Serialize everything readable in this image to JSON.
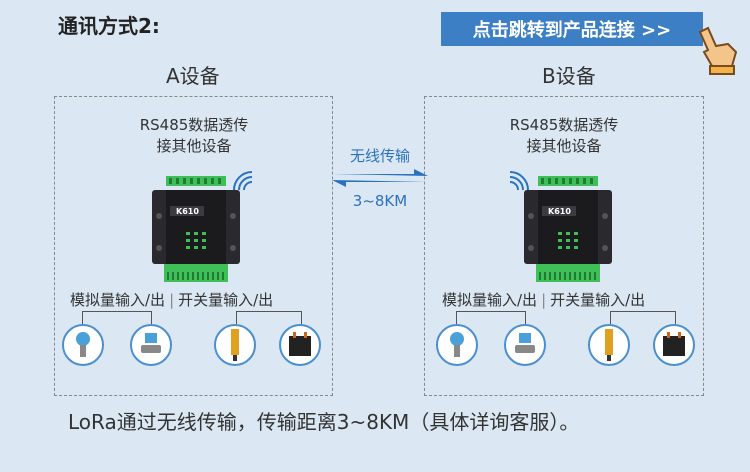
{
  "header": {
    "title": "通讯方式2:",
    "link_label": "点击跳转到产品连接 >>",
    "hand_icon": "pointing-hand-icon"
  },
  "devices": [
    {
      "label": "A设备",
      "desc_line1": "RS485数据透传",
      "desc_line2": "接其他设备",
      "model": "K610",
      "analog_io": "模拟量输入/出",
      "switch_io": "开关量输入/出"
    },
    {
      "label": "B设备",
      "desc_line1": "RS485数据透传",
      "desc_line2": "接其他设备",
      "model": "K610",
      "analog_io": "模拟量输入/出",
      "switch_io": "开关量输入/出"
    }
  ],
  "link": {
    "method": "无线传输",
    "distance": "3~8KM"
  },
  "footer": {
    "text": "LoRa通过无线传输，传输距离3~8KM（具体详询客服）。"
  },
  "colors": {
    "background": "#dbe8f3",
    "accent": "#3d7fc4",
    "link_text": "#2a72c0",
    "terminal_green": "#3fbf58"
  }
}
